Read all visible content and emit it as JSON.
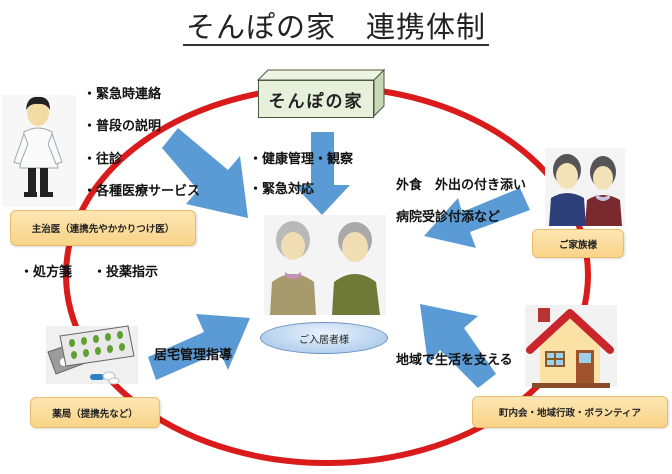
{
  "title": "そんぽの家　連携体制",
  "colors": {
    "ring": "#d91b1b",
    "arrow": "#5a9bd5",
    "label_box": "#fbd995",
    "home_box": "#e7f0da",
    "resident_pill": "#b5d1ee"
  },
  "center": {
    "home_box_label": "そんぽの家",
    "home_services": [
      "・健康管理・観察",
      "・緊急対応"
    ],
    "resident_label": "ご入居者様"
  },
  "doctor": {
    "icon": "doctor-illustration",
    "label": "主治医（連携先やかかりつけ医）",
    "services": [
      "・緊急時連絡",
      "・普段の説明",
      "・往診",
      "・各種医療サービス"
    ],
    "extra": [
      "・処方箋",
      "・投薬指示"
    ]
  },
  "family": {
    "icon": "family-couple-illustration",
    "label": "ご家族様",
    "services": [
      "外食　外出の付き添い",
      "病院受診付添など"
    ]
  },
  "pharmacy": {
    "icon": "medicine-pills-illustration",
    "label": "薬局（提携先など）",
    "services": [
      "居宅管理指導"
    ]
  },
  "community": {
    "icon": "house-illustration",
    "label": "町内会・地域行政・ボランティア",
    "services": [
      "地域で生活を支える"
    ]
  }
}
